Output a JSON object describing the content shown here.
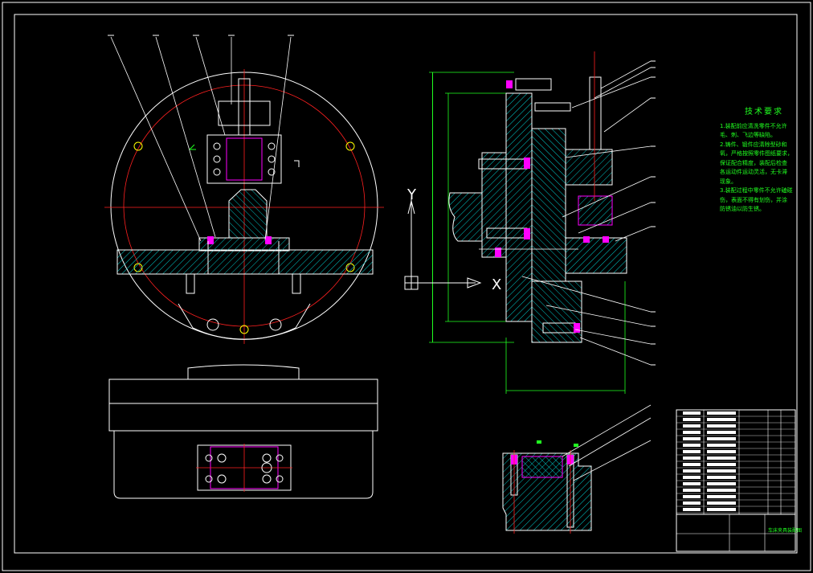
{
  "drawing": {
    "axis_labels": {
      "y": "Y",
      "x": "X"
    },
    "tech_requirements": {
      "title": "技术要求",
      "lines": [
        "1.装配前应清洗零件不允许",
        "毛、刺、飞边等缺陷。",
        "2.铸件、锻件应清除型砂和",
        "氧，严格按照零件图纸要求，",
        "保证配合精度，装配后检查",
        "各运动件运动灵活，无卡滞",
        "现象。",
        "3.装配过程中零件不允许磕碰",
        "伤，表面不得有划伤，并涂",
        "防锈油以防生锈。"
      ]
    },
    "title_block": {
      "drawing_name": "车床夹具装配图"
    }
  },
  "colors": {
    "background": "#000000",
    "line": "#ffffff",
    "hatch": "#00c8c8",
    "center": "#ff2020",
    "dimension": "#20ff20",
    "accent": "#ff00ff",
    "highlight": "#ffff00"
  }
}
